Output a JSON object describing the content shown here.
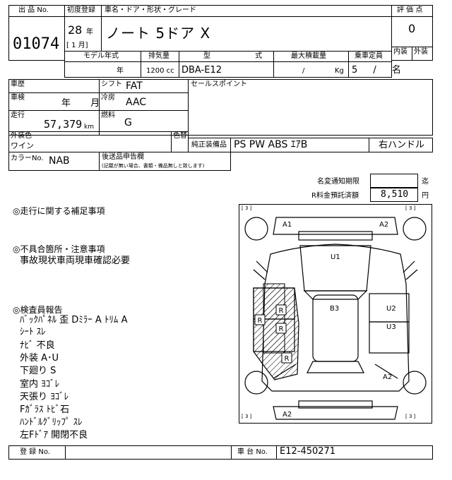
{
  "header": {
    "lot_label": "出 品 No.",
    "lot_no": "01074",
    "first_reg_label": "初度登録",
    "first_reg_year": "28",
    "year_unit": "年",
    "first_reg_month": "[ 1 月]",
    "car_name_label": "車名・ドア・形状・グレード",
    "car_name": "ノート 5ドア X",
    "score_label": "評 価 点",
    "score": "0",
    "interior_label": "内装",
    "exterior_label": "外装"
  },
  "specs": {
    "model_year_label": "モデル年式",
    "model_year_unit": "年",
    "displacement_label": "排気量",
    "displacement": "1200 cc",
    "type_label": "型 式",
    "type": "DBA-E12",
    "max_load_label": "最大積載量",
    "max_load_sep": "/",
    "max_load_unit": "Kg",
    "capacity_label": "乗車定員",
    "capacity": "5 / 名"
  },
  "details": {
    "history_label": "車歴",
    "shift_label": "シフト",
    "shift": "FAT",
    "sales_points_label": "セールスポイント",
    "inspection_label": "車検",
    "inspection_value": "年 月",
    "ac_label": "冷房",
    "ac": "AAC",
    "mileage_label": "走行",
    "mileage": "57,379",
    "mileage_unit": "km",
    "fuel_label": "燃料",
    "fuel": "G",
    "exterior_color_label": "外装色",
    "exterior_color": "ワイン",
    "color_change_label": "色替",
    "equipment_label": "純正装備品",
    "equipment": "PS PW ABS ｴｱB",
    "steering": "右ハンドル",
    "color_no_label": "カラーNo.",
    "color_no": "NAB",
    "docs_label": "後送品申告欄",
    "docs_note": "(記載が無い場合、書類・備品無しと致します)"
  },
  "side": {
    "notice_label": "名変通知期限",
    "notice_unit": "迄",
    "recycle_label": "R料金預託済額",
    "recycle_value": "8,510",
    "recycle_unit": "円"
  },
  "notes": {
    "driving_title": "◎走行に関する補足事項",
    "defects_title": "◎不具合箇所・注意事項",
    "defects_text": "事故現状車両現車確認必要",
    "inspector_title": "◎検査員報告",
    "inspector_lines": [
      "ﾊﾞｯｸﾊﾟﾈﾙ 歪 Dﾐﾗｰ A ﾄﾘﾑ A",
      "ｼｰﾄ ｽﾚ",
      "ﾅﾋﾞ 不良",
      "外装 A･U",
      "下廻り S",
      "室内 ﾖｺﾞﾚ",
      "天張り ﾖｺﾞﾚ",
      "Fｶﾞﾗｽ ﾄﾋﾞ石",
      "ﾊﾝﾄﾞﾙｸﾞﾘｯﾌﾟ ｽﾚ",
      "左Fﾄﾞｱ 開閉不良"
    ]
  },
  "diagram": {
    "corner_tl": "[ 3 ]",
    "corner_tr": "[ 3 ]",
    "corner_bl": "[ 3 ]",
    "corner_br": "[ 3 ]",
    "front_bumper": "A1",
    "front_bumper_right": "A2",
    "hood": "U1",
    "roof": "B3",
    "right_front": "U2",
    "right_rear": "U3",
    "right_rear_corner": "A2",
    "rear_bumper": "A2",
    "repair_marks": [
      "R",
      "R",
      "R",
      "R"
    ]
  },
  "footer": {
    "reg_no_label": "登 録 No.",
    "chassis_label": "車 台 No.",
    "chassis_no": "E12-450271"
  }
}
